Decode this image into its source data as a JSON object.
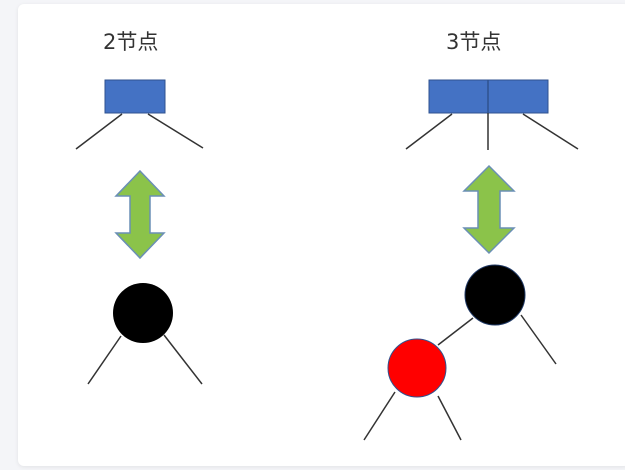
{
  "diagram": {
    "left": {
      "title": "2节点",
      "kind": "2-node",
      "node_color": "#4472c4",
      "equivalent": "black node with two children"
    },
    "right": {
      "title": "3节点",
      "kind": "3-node",
      "node_color": "#4472c4",
      "equivalent": "black node with red left child"
    },
    "colors": {
      "btree_node": "#4472c4",
      "arrow_fill": "#8bc34a",
      "arrow_stroke": "#5b7fa8",
      "black_node": "#000000",
      "red_node": "#ff0000",
      "edge": "#333333"
    }
  }
}
